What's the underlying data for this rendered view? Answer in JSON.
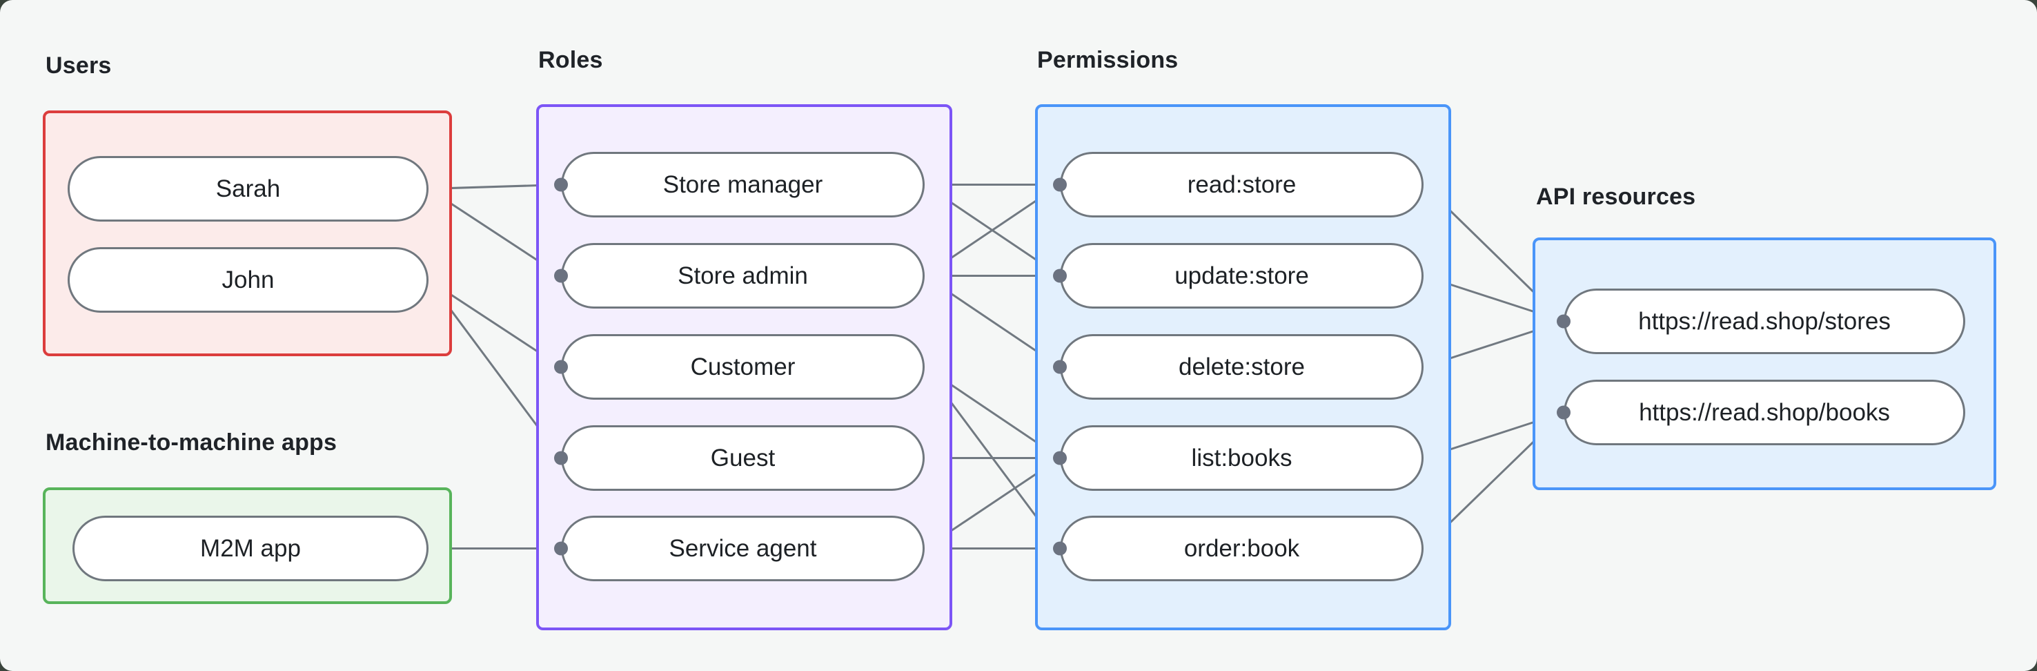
{
  "diagram": {
    "colors": {
      "canvas_background": "#f5f7f6",
      "outside_background": "#3a443c",
      "edge_line": "#717981",
      "edge_dot": "#6b7280",
      "pill_border": "#70777e",
      "pill_fill": "#ffffff",
      "pill_text": "#1d2125",
      "heading_text": "#1f2328"
    },
    "sections": [
      {
        "id": "users",
        "label": "Users",
        "border": "#dc3d3d",
        "fill": "#fcebea",
        "nodes": [
          {
            "id": "sarah",
            "label": "Sarah"
          },
          {
            "id": "john",
            "label": "John"
          }
        ]
      },
      {
        "id": "m2m",
        "label": "Machine-to-machine apps",
        "border": "#58b45b",
        "fill": "#eaf6ea",
        "nodes": [
          {
            "id": "m2m_app",
            "label": "M2M app"
          }
        ]
      },
      {
        "id": "roles",
        "label": "Roles",
        "border": "#7c55f6",
        "fill": "#f4effe",
        "nodes": [
          {
            "id": "store_manager",
            "label": "Store manager"
          },
          {
            "id": "store_admin",
            "label": "Store admin"
          },
          {
            "id": "customer",
            "label": "Customer"
          },
          {
            "id": "guest",
            "label": "Guest"
          },
          {
            "id": "service_agent",
            "label": "Service agent"
          }
        ]
      },
      {
        "id": "permissions",
        "label": "Permissions",
        "border": "#4a95f9",
        "fill": "#e3f0fd",
        "nodes": [
          {
            "id": "read_store",
            "label": "read:store"
          },
          {
            "id": "update_store",
            "label": "update:store"
          },
          {
            "id": "delete_store",
            "label": "delete:store"
          },
          {
            "id": "list_books",
            "label": "list:books"
          },
          {
            "id": "order_book",
            "label": "order:book"
          }
        ]
      },
      {
        "id": "api",
        "label": "API resources",
        "border": "#4a95f9",
        "fill": "#e3f0fd",
        "nodes": [
          {
            "id": "stores",
            "label": "https://read.shop/stores"
          },
          {
            "id": "books",
            "label": "https://read.shop/books"
          }
        ]
      }
    ],
    "edges": [
      [
        "sarah",
        "store_manager"
      ],
      [
        "sarah",
        "store_admin"
      ],
      [
        "john",
        "customer"
      ],
      [
        "john",
        "guest"
      ],
      [
        "m2m_app",
        "service_agent"
      ],
      [
        "store_manager",
        "read_store"
      ],
      [
        "store_manager",
        "update_store"
      ],
      [
        "store_admin",
        "read_store"
      ],
      [
        "store_admin",
        "update_store"
      ],
      [
        "store_admin",
        "delete_store"
      ],
      [
        "customer",
        "list_books"
      ],
      [
        "customer",
        "order_book"
      ],
      [
        "guest",
        "list_books"
      ],
      [
        "service_agent",
        "list_books"
      ],
      [
        "service_agent",
        "order_book"
      ],
      [
        "read_store",
        "stores"
      ],
      [
        "update_store",
        "stores"
      ],
      [
        "delete_store",
        "stores"
      ],
      [
        "list_books",
        "books"
      ],
      [
        "order_book",
        "books"
      ]
    ]
  }
}
